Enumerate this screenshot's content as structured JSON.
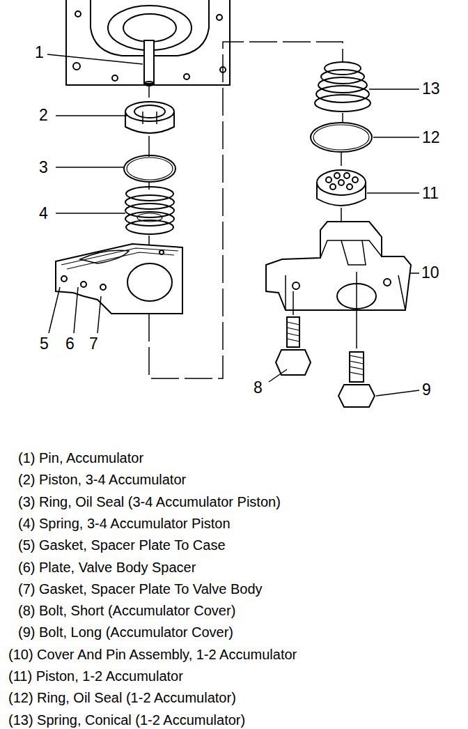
{
  "diagram": {
    "labels": [
      "1",
      "2",
      "3",
      "4",
      "5",
      "6",
      "7",
      "8",
      "9",
      "10",
      "11",
      "12",
      "13",
      "(1) Pin, Accumulator",
      "(2) Piston, 3-4 Accumulator",
      "(3) Ring, Oil Seal (3-4 Accumulator Piston)",
      "(4) Spring, 3-4 Accumulator Piston",
      "(5) Gasket, Spacer Plate To Case",
      "(6) Plate, Valve Body Spacer",
      "(7) Gasket, Spacer Plate To Valve Body",
      "(8) Bolt, Short (Accumulator Cover)",
      "(9) Bolt, Long (Accumulator Cover)",
      "(10) Cover And Pin Assembly, 1-2 Accumulator",
      "(11) Piston, 1-2 Accumulator",
      "(12) Ring, Oil Seal (1-2 Accumulator)",
      "(13) Spring, Conical (1-2 Accumulator)"
    ]
  }
}
